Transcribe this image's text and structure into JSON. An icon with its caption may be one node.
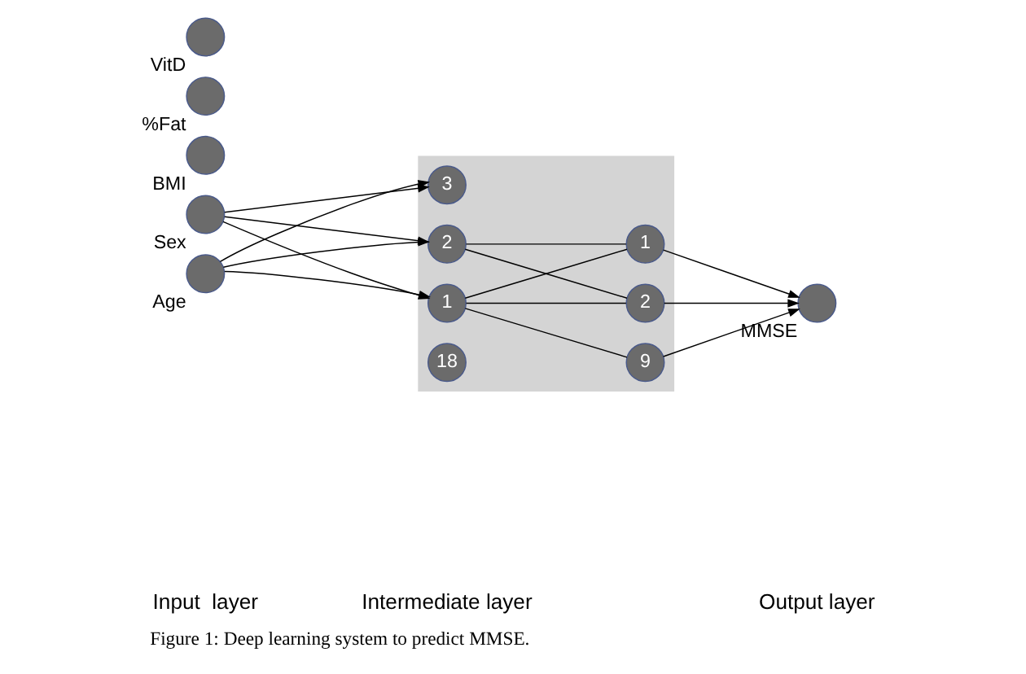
{
  "diagram": {
    "caption": "Figure 1: Deep learning system to predict MMSE.",
    "nodes": [
      {
        "text": [],
        "shape": "circle",
        "beside": [
          "Age"
        ]
      },
      {
        "text": [],
        "shape": "circle",
        "beside": [
          "Sex"
        ]
      },
      {
        "text": [],
        "shape": "circle",
        "beside": [
          "BMI"
        ]
      },
      {
        "text": [],
        "shape": "circle",
        "beside": [
          "%Fat"
        ]
      },
      {
        "text": [],
        "shape": "circle",
        "beside": [
          "VitD"
        ]
      },
      {
        "text": [],
        "shape": "box"
      },
      {
        "text": [
          "1"
        ],
        "in": 5
      },
      {
        "text": [
          "2"
        ],
        "in": 5
      },
      {
        "text": [
          "3"
        ],
        "in": 5
      },
      {
        "text": [
          "18"
        ],
        "in": 5
      },
      {
        "text": [
          "1"
        ],
        "in": 5
      },
      {
        "text": [
          "2"
        ],
        "in": 5
      },
      {
        "text": [
          "9"
        ],
        "in": 5
      },
      {
        "text": [],
        "shape": "circle",
        "beside": [
          "MMSE"
        ]
      }
    ],
    "edges": [
      {
        "from": 0,
        "to": 6,
        "arrow": "to"
      },
      {
        "from": 0,
        "to": 7,
        "arrow": "to"
      },
      {
        "from": 0,
        "to": 8,
        "arrow": "to"
      },
      {
        "from": 1,
        "to": 6,
        "arrow": "to"
      },
      {
        "from": 1,
        "to": 7,
        "arrow": "to"
      },
      {
        "from": 1,
        "to": 8,
        "arrow": "to"
      },
      {
        "from": 6,
        "to": 10,
        "arrow": "none"
      },
      {
        "from": 6,
        "to": 11,
        "arrow": "none"
      },
      {
        "from": 6,
        "to": 12,
        "arrow": "none"
      },
      {
        "from": 7,
        "to": 10,
        "arrow": "none"
      },
      {
        "from": 7,
        "to": 11,
        "arrow": "none"
      },
      {
        "from": 10,
        "to": 13,
        "arrow": "to"
      },
      {
        "from": 11,
        "to": 13,
        "arrow": "to"
      },
      {
        "from": 12,
        "to": 13,
        "arrow": "to"
      }
    ],
    "labels": [
      "Input  layer",
      "Intermediate layer",
      "Output layer"
    ]
  }
}
